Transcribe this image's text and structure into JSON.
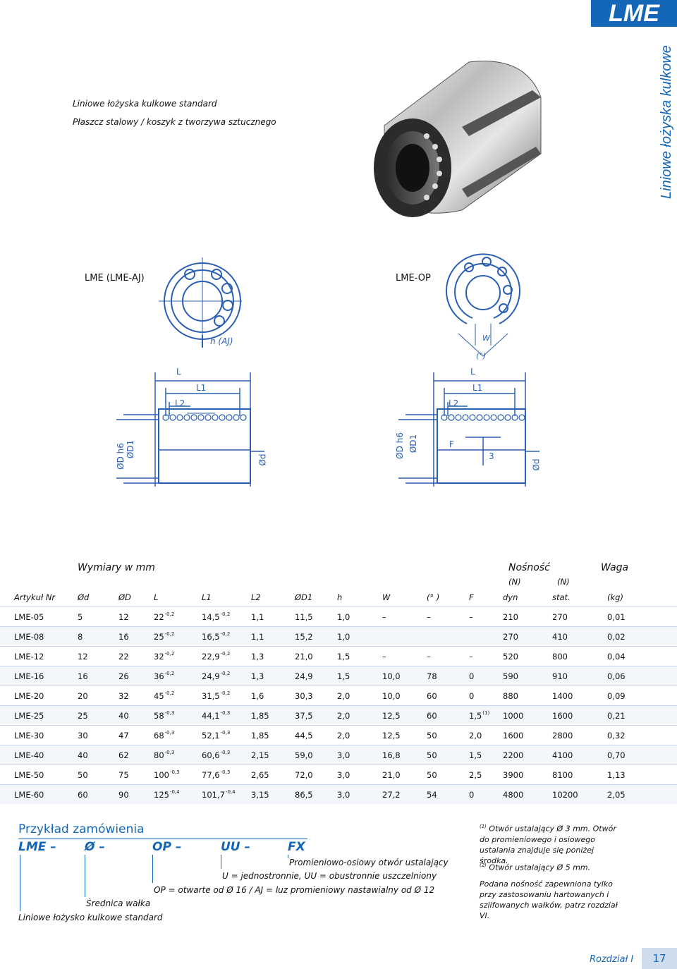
{
  "brand": {
    "title": "LME",
    "side_label": "Liniowe łożyska kulkowe"
  },
  "intro": {
    "line1": "Liniowe łożyska kulkowe standard",
    "line2": "Płaszcz stalowy / koszyk z tworzywa sztucznego"
  },
  "diagrams": {
    "caption_left": "LME (LME-AJ)",
    "caption_right": "LME-OP",
    "labels": {
      "h_aj": "h (AJ)",
      "w": "W",
      "angle": "(°)",
      "l": "L",
      "l1": "L1",
      "l2": "L2",
      "od_h6": "ØD h6",
      "od1": "ØD1",
      "od": "Ød",
      "f": "F",
      "three": "3"
    }
  },
  "table": {
    "group_headers": {
      "dims": "Wymiary w mm",
      "load": "Nośność",
      "weight": "Waga"
    },
    "unit_row": [
      "(N)",
      "(N)"
    ],
    "columns": [
      "Artykuł Nr",
      "Ød",
      "ØD",
      "L",
      "L1",
      "L2",
      "ØD1",
      "h",
      "W",
      "(° )",
      "F",
      "dyn",
      "stat.",
      "(kg)"
    ],
    "rows": [
      {
        "art": "LME-05",
        "d": "5",
        "D": "12",
        "L": "22",
        "Ltol": "-0,2",
        "L1": "14,5",
        "L1tol": "-0,2",
        "L2": "1,1",
        "D1": "11,5",
        "h": "1,0",
        "W": "–",
        "deg": "–",
        "F": "–",
        "Fnote": "",
        "dyn": "210",
        "stat": "270",
        "kg": "0,01"
      },
      {
        "art": "LME-08",
        "d": "8",
        "D": "16",
        "L": "25",
        "Ltol": "-0,2",
        "L1": "16,5",
        "L1tol": "-0,2",
        "L2": "1,1",
        "D1": "15,2",
        "h": "1,0",
        "W": "",
        "deg": "",
        "F": "",
        "Fnote": "",
        "dyn": "270",
        "stat": "410",
        "kg": "0,02"
      },
      {
        "art": "LME-12",
        "d": "12",
        "D": "22",
        "L": "32",
        "Ltol": "-0,2",
        "L1": "22,9",
        "L1tol": "-0,2",
        "L2": "1,3",
        "D1": "21,0",
        "h": "1,5",
        "W": "–",
        "deg": "–",
        "F": "–",
        "Fnote": "",
        "dyn": "520",
        "stat": "800",
        "kg": "0,04"
      },
      {
        "art": "LME-16",
        "d": "16",
        "D": "26",
        "L": "36",
        "Ltol": "-0,2",
        "L1": "24,9",
        "L1tol": "-0,2",
        "L2": "1,3",
        "D1": "24,9",
        "h": "1,5",
        "W": "10,0",
        "deg": "78",
        "F": "0",
        "Fnote": "",
        "dyn": "590",
        "stat": "910",
        "kg": "0,06"
      },
      {
        "art": "LME-20",
        "d": "20",
        "D": "32",
        "L": "45",
        "Ltol": "-0,2",
        "L1": "31,5",
        "L1tol": "-0,2",
        "L2": "1,6",
        "D1": "30,3",
        "h": "2,0",
        "W": "10,0",
        "deg": "60",
        "F": "0",
        "Fnote": "",
        "dyn": "880",
        "stat": "1400",
        "kg": "0,09"
      },
      {
        "art": "LME-25",
        "d": "25",
        "D": "40",
        "L": "58",
        "Ltol": "-0,3",
        "L1": "44,1",
        "L1tol": "-0,3",
        "L2": "1,85",
        "D1": "37,5",
        "h": "2,0",
        "W": "12,5",
        "deg": "60",
        "F": "1,5",
        "Fnote": "(1)",
        "dyn": "1000",
        "stat": "1600",
        "kg": "0,21"
      },
      {
        "art": "LME-30",
        "d": "30",
        "D": "47",
        "L": "68",
        "Ltol": "-0,3",
        "L1": "52,1",
        "L1tol": "-0,3",
        "L2": "1,85",
        "D1": "44,5",
        "h": "2,0",
        "W": "12,5",
        "deg": "50",
        "F": "2,0",
        "Fnote": "",
        "dyn": "1600",
        "stat": "2800",
        "kg": "0,32"
      },
      {
        "art": "LME-40",
        "d": "40",
        "D": "62",
        "L": "80",
        "Ltol": "-0,3",
        "L1": "60,6",
        "L1tol": "-0,3",
        "L2": "2,15",
        "D1": "59,0",
        "h": "3,0",
        "W": "16,8",
        "deg": "50",
        "F": "1,5",
        "Fnote": "",
        "dyn": "2200",
        "stat": "4100",
        "kg": "0,70"
      },
      {
        "art": "LME-50",
        "d": "50",
        "D": "75",
        "L": "100",
        "Ltol": "-0,3",
        "L1": "77,6",
        "L1tol": "-0,3",
        "L2": "2,65",
        "D1": "72,0",
        "h": "3,0",
        "W": "21,0",
        "deg": "50",
        "F": "2,5",
        "Fnote": "",
        "dyn": "3900",
        "stat": "8100",
        "kg": "1,13"
      },
      {
        "art": "LME-60",
        "d": "60",
        "D": "90",
        "L": "125",
        "Ltol": "-0,4",
        "L1": "101,7",
        "L1tol": "-0,4",
        "L2": "3,15",
        "D1": "86,5",
        "h": "3,0",
        "W": "27,2",
        "deg": "54",
        "F": "0",
        "Fnote": "",
        "dyn": "4800",
        "stat": "10200",
        "kg": "2,05"
      }
    ]
  },
  "order": {
    "title": "Przykład zamówienia",
    "codes": [
      "LME –",
      "Ø –",
      "OP –",
      "UU –",
      "FX"
    ],
    "desc_fx": "Promieniowo-osiowy otwór ustalający",
    "desc_uu": "U = jednostronnie, UU = obustronnie uszczelniony",
    "desc_op": "OP = otwarte od Ø 16 / AJ = luz promieniowy nastawialny od Ø 12",
    "desc_d": "Średnica wałka",
    "desc_lme": "Liniowe łożysko kulkowe standard"
  },
  "notes": {
    "n1_mark": "(1)",
    "n1": "Otwór ustalający Ø 3 mm. Otwór do promieniowego i osiowego ustalania znajduje się poniżej środka.",
    "n2_mark": "(2)",
    "n2": "Otwór ustalający Ø 5 mm.",
    "n3": "Podana nośność zapewniona tylko przy zastosowaniu hartowanych i szlifowanych wałków, patrz rozdział VI."
  },
  "footer": {
    "chapter": "Rozdział I",
    "page": "17"
  },
  "colors": {
    "accent": "#1466b8",
    "drawing": "#2a5fb5"
  }
}
